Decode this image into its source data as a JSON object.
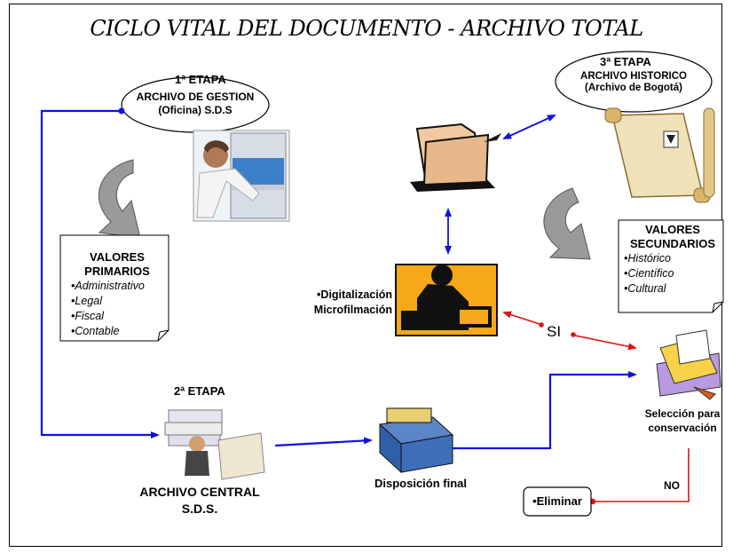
{
  "title": "CICLO VITAL DEL DOCUMENTO - ARCHIVO TOTAL",
  "stage1": {
    "heading": "1ª ETAPA",
    "line1": "ARCHIVO DE GESTION",
    "line2": "(Oficina) S.D.S"
  },
  "stage3": {
    "heading": "3ª ETAPA",
    "line1": "ARCHIVO HISTORICO",
    "line2": "(Archivo de Bogotá)"
  },
  "stage2": {
    "heading": "2ª ETAPA",
    "line1": "ARCHIVO CENTRAL",
    "line2": "S.D.S."
  },
  "primary_values": {
    "heading_1": "VALORES",
    "heading_2": "PRIMARIOS",
    "items": [
      "Administrativo",
      "Legal",
      "Fiscal",
      "Contable"
    ]
  },
  "secondary_values": {
    "heading_1": "VALORES",
    "heading_2": "SECUNDARIOS",
    "items": [
      "Histórico",
      "Científico",
      "Cultural"
    ]
  },
  "digitalization": {
    "line1": "•Digitalización",
    "line2": "Microfilmación"
  },
  "final_disposition": "Disposición final",
  "selection": {
    "line1": "Selección para",
    "line2": "conservación"
  },
  "eliminate": "•Eliminar",
  "yes": "SI",
  "no": "NO",
  "colors": {
    "blue_connector": "#1010e0",
    "red_connector": "#e01010",
    "gray_arrow": "#9a9a9a"
  }
}
